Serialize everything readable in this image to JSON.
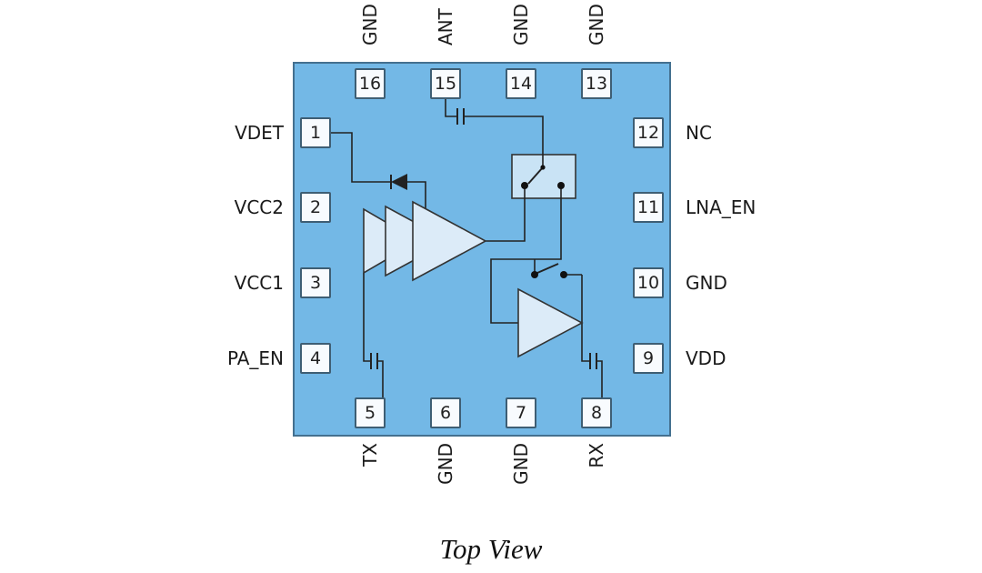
{
  "title": "Top View",
  "chip": {
    "pins": {
      "top": [
        {
          "number": "16",
          "name": "GND"
        },
        {
          "number": "15",
          "name": "ANT"
        },
        {
          "number": "14",
          "name": "GND"
        },
        {
          "number": "13",
          "name": "GND"
        }
      ],
      "bottom": [
        {
          "number": "5",
          "name": "TX"
        },
        {
          "number": "6",
          "name": "GND"
        },
        {
          "number": "7",
          "name": "GND"
        },
        {
          "number": "8",
          "name": "RX"
        }
      ],
      "left": [
        {
          "number": "1",
          "name": "VDET"
        },
        {
          "number": "2",
          "name": "VCC2"
        },
        {
          "number": "3",
          "name": "VCC1"
        },
        {
          "number": "4",
          "name": "PA_EN"
        }
      ],
      "right": [
        {
          "number": "12",
          "name": "NC"
        },
        {
          "number": "11",
          "name": "LNA_EN"
        },
        {
          "number": "10",
          "name": "GND"
        },
        {
          "number": "9",
          "name": "VDD"
        }
      ]
    },
    "colors": {
      "body": "#73B8E6",
      "pin_fill": "#F8FBFE",
      "amplifier_fill": "#DCEBF8",
      "switch_fill": "#C9E3F5",
      "line": "#222222"
    }
  }
}
